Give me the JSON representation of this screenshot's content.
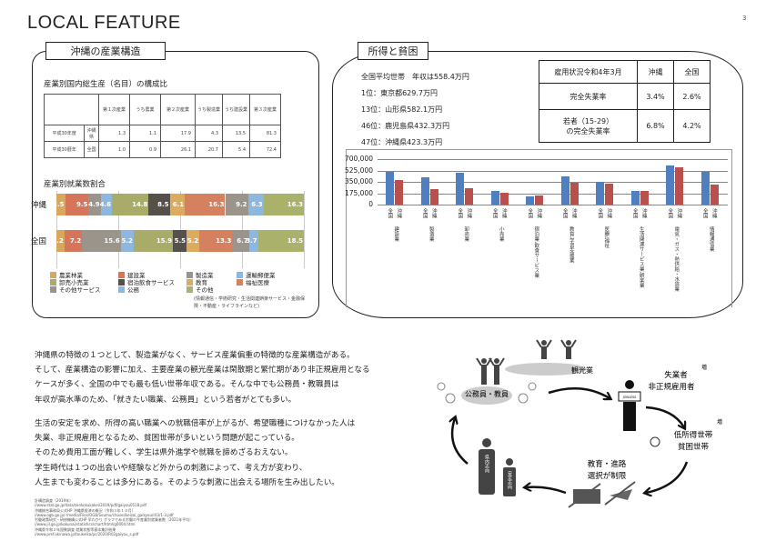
{
  "header": {
    "title": "LOCAL FEATURE",
    "page": "3"
  },
  "left": {
    "tab": "沖縄の産業構造",
    "gdp_title": "産業別国内総生産（名目）の構成比",
    "gdp_headers": [
      "第１次産業",
      "うち農業",
      "第２次産業",
      "うち製造業",
      "うち建設業",
      "第３次産業"
    ],
    "gdp_rows": [
      {
        "period": "平成30年度",
        "region": "沖縄県",
        "values": [
          "1.3",
          "1.1",
          "17.9",
          "4.3",
          "13.5",
          "81.3"
        ]
      },
      {
        "period": "平成30暦年",
        "region": "全国",
        "values": [
          "1.0",
          "0.9",
          "26.1",
          "20.7",
          "5.4",
          "72.4"
        ]
      }
    ],
    "emp_title": "産業別就業数割合",
    "note": "(情報通信・学術研究・生活関連娯楽サービス・金融保険・不動産・ライフラインなど)"
  },
  "chart_data": [
    {
      "type": "bar",
      "stacked": true,
      "orientation": "horizontal",
      "title": "産業別就業数割合",
      "categories": [
        "沖縄",
        "全国"
      ],
      "series": [
        {
          "name": "農業林業",
          "color": "#d8a75c",
          "values": [
            3.5,
            3.2
          ]
        },
        {
          "name": "建設業",
          "color": "#d5765a",
          "values": [
            9.5,
            7.2
          ]
        },
        {
          "name": "製造業",
          "color": "#9b948b",
          "values": [
            4.9,
            15.6
          ]
        },
        {
          "name": "運輸郵便業",
          "color": "#8db7df",
          "values": [
            4.6,
            5.2
          ]
        },
        {
          "name": "卸売小売業",
          "color": "#a9ab68",
          "values": [
            14.8,
            15.9
          ]
        },
        {
          "name": "宿泊飲食サービス",
          "color": "#555049",
          "values": [
            8.5,
            5.5
          ]
        },
        {
          "name": "教育",
          "color": "#dcab5e",
          "values": [
            6.1,
            5.2
          ]
        },
        {
          "name": "福祉医療",
          "color": "#d5805e",
          "values": [
            16.3,
            13.3
          ]
        },
        {
          "name": "その他サービス",
          "color": "#9b948b",
          "values": [
            9.2,
            6.7
          ]
        },
        {
          "name": "公務",
          "color": "#8db7df",
          "values": [
            6.3,
            3.7
          ]
        },
        {
          "name": "その他",
          "color": "#aab16a",
          "values": [
            16.3,
            18.5
          ]
        }
      ],
      "xlim": [
        0,
        100
      ]
    },
    {
      "type": "bar",
      "title": "",
      "ylim": [
        0,
        700000
      ],
      "yticks": [
        "700,000",
        "525,000",
        "350,000",
        "175,000",
        "0"
      ],
      "series_labels": [
        "全国",
        "沖縄"
      ],
      "colors": [
        "#4f7fbf",
        "#b8504c"
      ],
      "categories": [
        "建設業",
        "製造業",
        "卸売業",
        "小売業",
        "宿泊業,飲食サービス業",
        "教育,学習支援業",
        "医療,福祉",
        "生活関連サービス業,娯楽業",
        "電気・ガス・熱供給・水道業",
        "情報通信業"
      ],
      "series": [
        {
          "name": "全国",
          "values": [
            510000,
            415000,
            490000,
            210000,
            130000,
            430000,
            350000,
            210000,
            600000,
            510000
          ]
        },
        {
          "name": "沖縄",
          "values": [
            385000,
            240000,
            255000,
            185000,
            145000,
            335000,
            320000,
            210000,
            575000,
            305000
          ]
        }
      ]
    }
  ],
  "right": {
    "tab": "所得と貧困",
    "income": [
      "全国平均世帯　年収は558.4万円",
      "1位：東京都629.7万円",
      "13位：山形県582.1万円",
      "46位：鹿児島県432.3万円",
      "47位：沖縄県423.3万円"
    ],
    "emp_table": {
      "headers": [
        "雇用状況令和4年3月",
        "沖縄",
        "全国"
      ],
      "rows": [
        {
          "label": "完全失業率",
          "oki": "3.4%",
          "all": "2.6%"
        },
        {
          "label": "若者（15-29）の完全失業率",
          "oki": "6.8%",
          "all": "4.2%"
        }
      ]
    }
  },
  "body": {
    "p1": [
      "沖縄県の特徴の１つとして、製造業がなく、サービス産業偏重の特徴的な産業構造がある。",
      "そして、産業構造の影響に加え、主要産業の観光産業は閑散期と繁忙期があり非正規雇用となる",
      "ケースが多く、全国の中でも最も低い世帯年収である。そんな中でも公務員・教職員は",
      "年収が高水準のため、「就きたい職業、公務員」という若者がとても多い。"
    ],
    "p2": [
      "生活の安定を求め、所得の高い職業への就職倍率が上がるが、希望職種につけなかった人は",
      "失業、非正規雇用となるため、貧困世帯が多いという問題が起こっている。",
      "そのため費用工面が難しく、学生は県外進学や就職を諦めざるおえない。",
      "学生時代は１つの出会いや経験など外からの刺激によって、考え方が変わり、",
      "人生までも変わることは多分にある。そのような刺激に出会える場所を生み出したい。"
    ]
  },
  "sources": [
    "計構造調査（2019年）",
    "//www.stat.go.jp/data/zenkokukakei/2019/pdf/gaiyou0518.pdf",
    "沖縄総合事務局公式HP 沖縄県経済の概況（令和３年１０月）",
    "//www.ogb.go.jp/-/media/Files/OGB/Soumu/chosei/keizai_gaikyou/r03/1-3.pdf",
    "労働政策研究・研修機構公式HP 早わかり グラフでみる労働の今産業別就業者数（2021年平均）",
    "//www.jil.go.jp/kokunai/statistics/chart/html/g0004.html",
    "沖縄県令和２年国勢調査 就業状態等基本集計結果",
    "//www.pref.okinawa.jp/toukeika/pc/2020/R02gaiyou_s.pdf"
  ],
  "diagram": {
    "tourism": "観光業",
    "civil": "公務員・教員",
    "unemployed": [
      "失業者",
      "非正規雇用者"
    ],
    "inc1": "増",
    "lowincome": [
      "低所得世帯",
      "貧困世帯"
    ],
    "inc2": "増",
    "education": [
      "教育・進路",
      "選択が制限"
    ],
    "local": "県内志向",
    "stable": "安定志向",
    "sign": "JOBLESS"
  }
}
